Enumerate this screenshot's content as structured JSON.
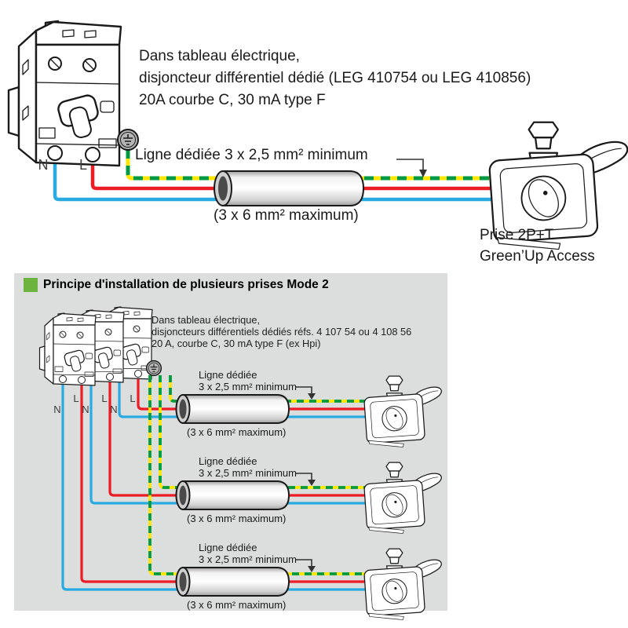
{
  "colors": {
    "wire_neutral": "#29abe2",
    "wire_live": "#ec1c24",
    "earth_yellow": "#ffe600",
    "earth_green": "#009a44",
    "panel_bg": "#dcdddd",
    "title_bullet": "#6cb33f",
    "ink": "#1a1a1a"
  },
  "top_section": {
    "breaker_note": {
      "line1": "Dans tableau électrique,",
      "line2": "disjoncteur différentiel dédié (LEG 410754 ou LEG 410856)",
      "line3": "20A courbe C, 30 mA type F"
    },
    "wire_labels": {
      "neutral": "N",
      "live": "L"
    },
    "dedicated_line_label": "Ligne dédiée 3 x 2,5 mm² minimum",
    "max_section_label": "(3 x 6 mm² maximum)",
    "socket_caption": {
      "line1": "Prise 2P+T",
      "line2": "Green’Up Access"
    }
  },
  "panel": {
    "title": "Principe d'installation de plusieurs prises Mode 2",
    "breaker_note": {
      "line1": "Dans tableau électrique,",
      "line2": "disjoncteurs différentiels dédiés réfs. 4 107 54 ou 4 108 56",
      "line3": "20 A, courbe C, 30 mA type F (ex Hpi)"
    },
    "wire_labels": {
      "neutral": "N",
      "live": "L"
    },
    "rows": [
      {
        "label_line1": "Ligne dédiée",
        "label_line2": "3 x 2,5 mm² minimum",
        "max_label": "(3 x 6 mm² maximum)"
      },
      {
        "label_line1": "Ligne dédiée",
        "label_line2": "3 x 2,5 mm² minimum",
        "max_label": "(3 x 6 mm² maximum)"
      },
      {
        "label_line1": "Ligne dédiée",
        "label_line2": "3 x 2,5 mm² minimum",
        "max_label": "(3 x 6 mm² maximum)"
      }
    ]
  }
}
